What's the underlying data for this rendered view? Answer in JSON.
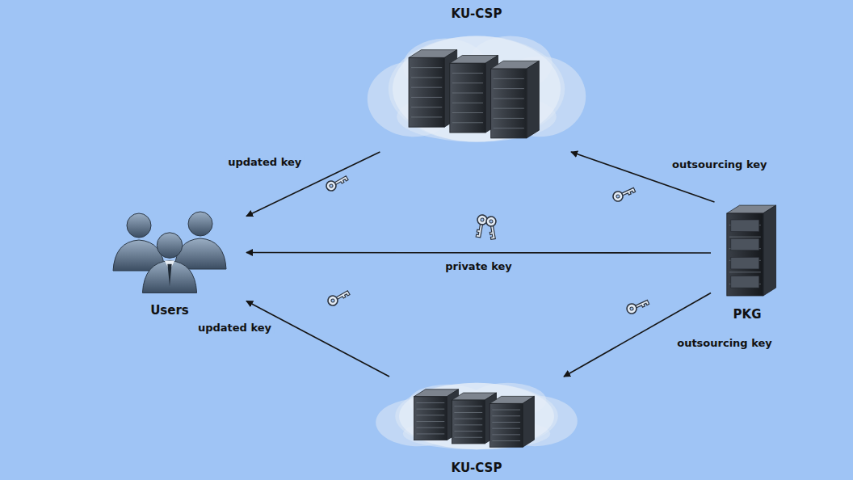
{
  "diagram": {
    "nodes": [
      {
        "text": [
          "KU-CSP"
        ]
      },
      {
        "text": [
          "Users"
        ]
      },
      {
        "text": [
          "PKG"
        ]
      },
      {
        "text": [
          "KU-CSP"
        ]
      }
    ],
    "edges": [
      {
        "from": 0,
        "to": 1,
        "arrow": "to",
        "label": "updated key"
      },
      {
        "from": 2,
        "to": 0,
        "arrow": "to",
        "label": "outsourcing key"
      },
      {
        "from": 2,
        "to": 1,
        "arrow": "to",
        "label": "private key"
      },
      {
        "from": 3,
        "to": 1,
        "arrow": "to",
        "label": "updated key"
      },
      {
        "from": 2,
        "to": 3,
        "arrow": "to",
        "label": "outsourcing key"
      }
    ]
  }
}
